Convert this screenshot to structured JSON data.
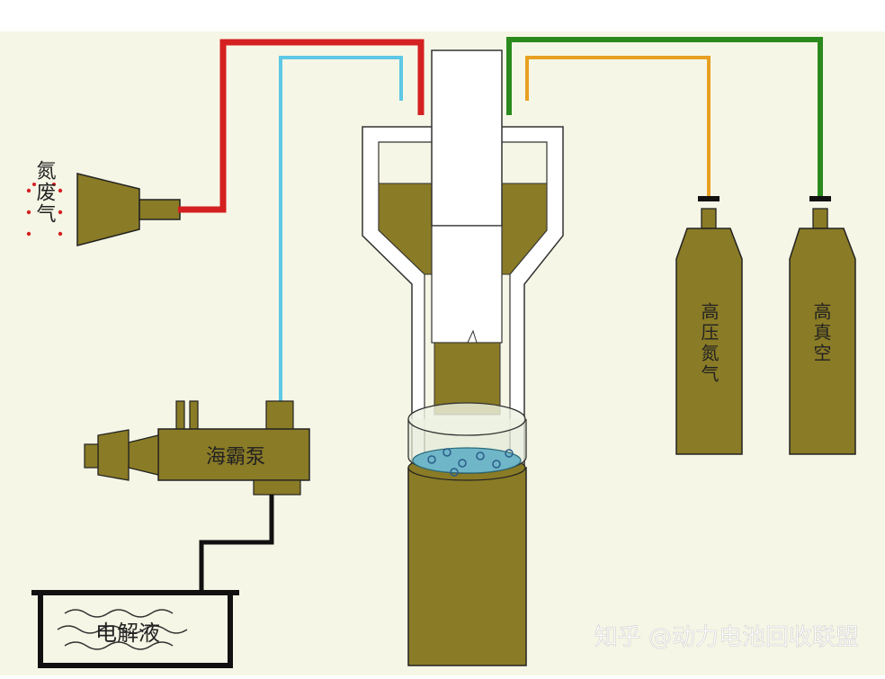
{
  "labels": {
    "exhaust": "氮废气",
    "pump": "海霸泵",
    "electrolyte": "电解液",
    "nitrogen_cylinder": "高压氮气",
    "air_cylinder": "高真空"
  },
  "watermark": "知乎 @动力电池回收联盟",
  "colors": {
    "background": "#f6f6e6",
    "vessel": "#8a7b26",
    "red_line": "#d42020",
    "blue_line": "#5ec8e6",
    "green_line": "#2a8a1e",
    "orange_line": "#e8a020",
    "black_line": "#111111"
  }
}
